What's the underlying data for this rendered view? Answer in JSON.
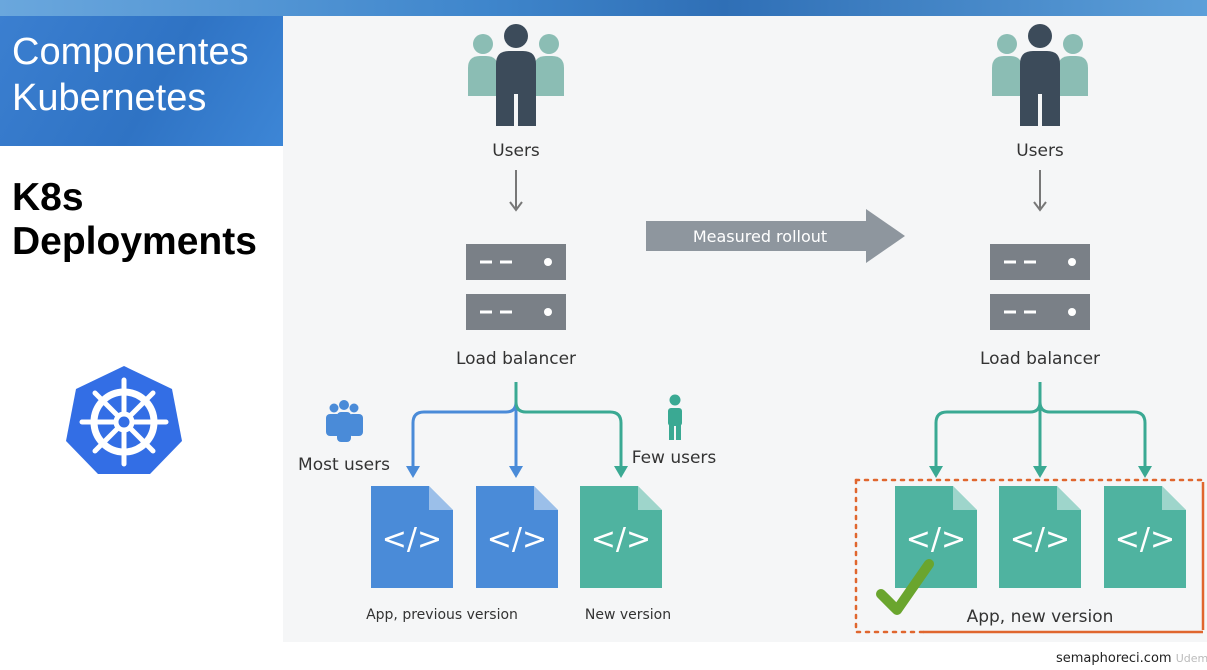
{
  "slide": {
    "title_line1": "Componentes",
    "title_line2": "Kubernetes",
    "subtitle_line1": "K8s",
    "subtitle_line2": "Deployments"
  },
  "diagram": {
    "left": {
      "users_label": "Users",
      "lb_label": "Load balancer",
      "most_users_label": "Most users",
      "few_users_label": "Few users",
      "prev_version_label": "App, previous version",
      "new_version_label": "New version",
      "code_glyph": "</>"
    },
    "arrow_label": "Measured rollout",
    "right": {
      "users_label": "Users",
      "lb_label": "Load balancer",
      "app_label": "App, new version",
      "code_glyph": "</>"
    },
    "colors": {
      "blue_app": "#4a8bd8",
      "teal_app": "#4fb3a0",
      "blue_line": "#4a8bd8",
      "teal_line": "#3aa993",
      "server": "#7a8087",
      "users_dark": "#3c4b5a",
      "users_light": "#8bbdb4",
      "rollout_arrow": "#8e969e",
      "highlight_border": "#e0662e",
      "check": "#6aa52e"
    }
  },
  "footer": {
    "site": "semaphoreci.com",
    "watermark": "Udemy"
  }
}
